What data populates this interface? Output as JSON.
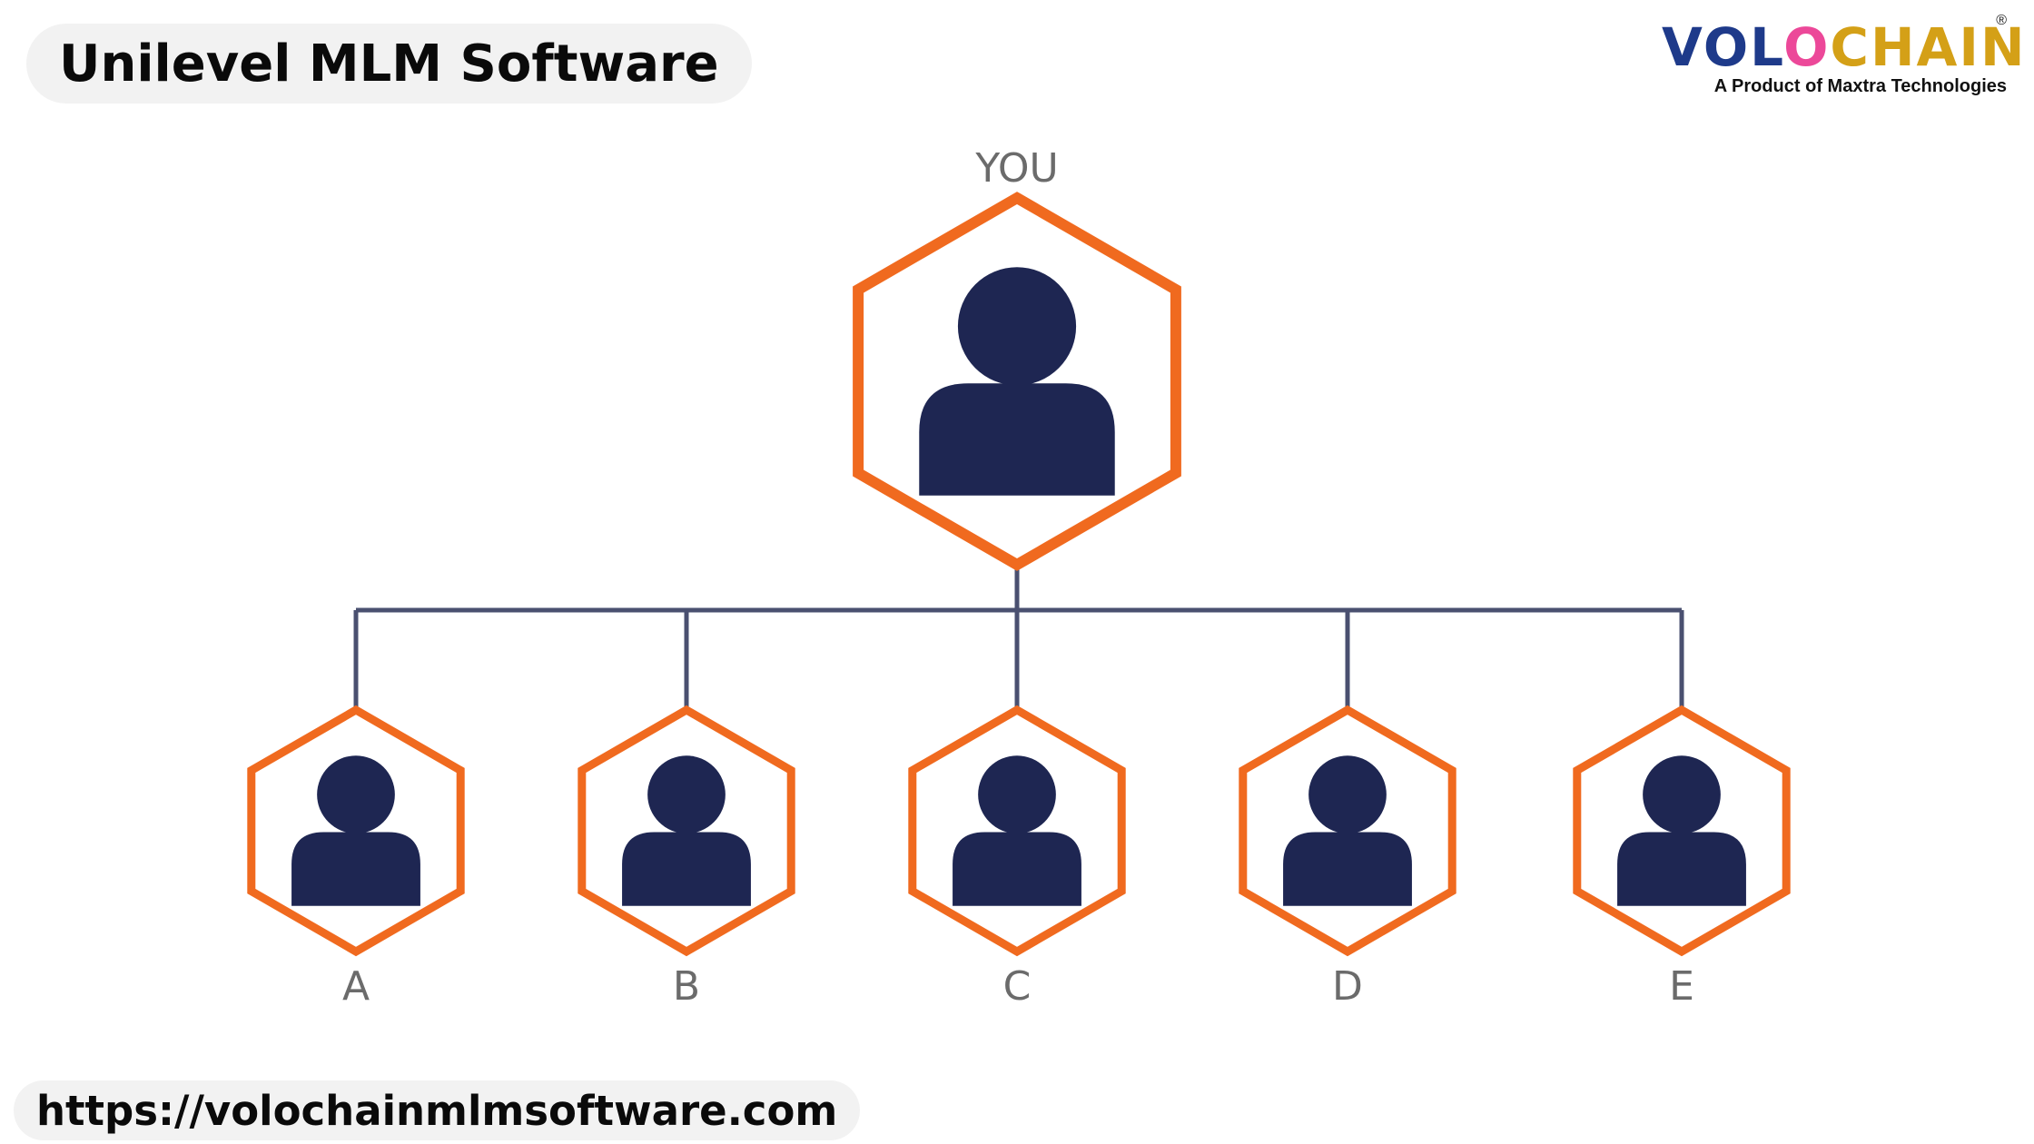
{
  "title": "Unilevel MLM Software",
  "url": "https://volochainmlmsoftware.com",
  "logo": {
    "word_part1": "VOL",
    "word_part2": "O",
    "word_part3": "CHAIN",
    "registered": "®",
    "tagline": "A Product of Maxtra Technologies"
  },
  "colors": {
    "hexagon_stroke": "#f06a1f",
    "person_fill": "#1e2652",
    "connector": "#4a5070",
    "label": "#6b6b6b"
  },
  "tree": {
    "root": {
      "label": "YOU",
      "icon": "person-icon"
    },
    "children": [
      {
        "label": "A",
        "icon": "person-icon"
      },
      {
        "label": "B",
        "icon": "person-icon"
      },
      {
        "label": "C",
        "icon": "person-icon"
      },
      {
        "label": "D",
        "icon": "person-icon"
      },
      {
        "label": "E",
        "icon": "person-icon"
      }
    ]
  }
}
